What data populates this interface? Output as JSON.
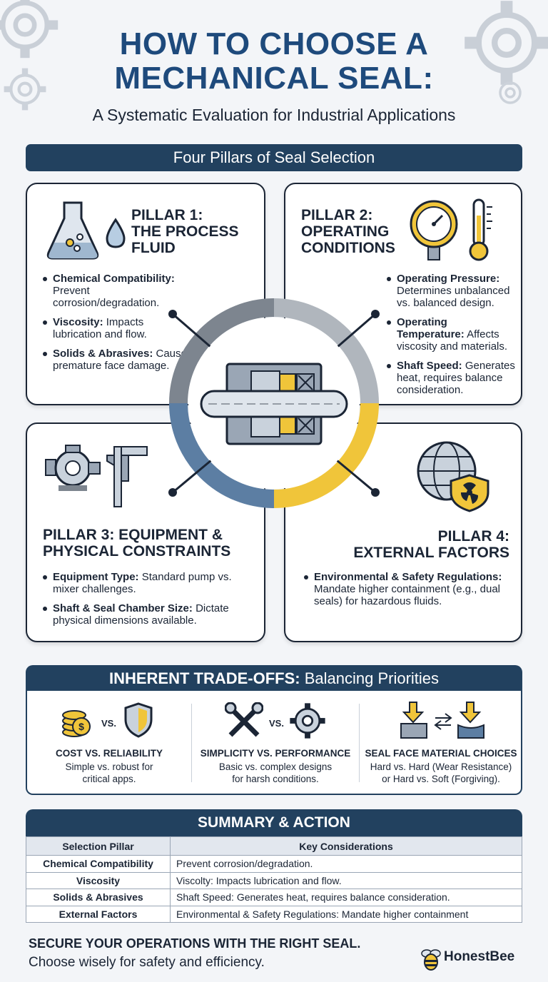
{
  "header": {
    "title_line1": "HOW TO CHOOSE A",
    "title_line2": "MECHANICAL SEAL:",
    "subtitle": "A Systematic Evaluation for Industrial Applications"
  },
  "pillars_banner": "Four Pillars of Seal Selection",
  "pillars": [
    {
      "title": [
        "PILLAR 1:",
        "THE PROCESS",
        "FLUID"
      ],
      "bullets": [
        {
          "head": "Chemical Compatibility:",
          "text": "Prevent corrosion/degradation."
        },
        {
          "head": "Viscosity:",
          "text": "Impacts lubrication and flow."
        },
        {
          "head": "Solids & Abrasives:",
          "text": "Cause premature face damage."
        }
      ]
    },
    {
      "title": [
        "PILLAR 2:",
        "OPERATING",
        "CONDITIONS"
      ],
      "bullets": [
        {
          "head": "Operating Pressure:",
          "text": "Determines unbalanced vs. balanced design."
        },
        {
          "head": "Operating Temperature:",
          "text": "Affects viscosity and materials."
        },
        {
          "head": "Shaft Speed:",
          "text": "Generates heat, requires balance consideration."
        }
      ]
    },
    {
      "title": [
        "PILLAR 3: EQUIPMENT &",
        "PHYSICAL CONSTRAINTS"
      ],
      "bullets": [
        {
          "head": "Equipment Type:",
          "text": "Standard pump vs. mixer challenges."
        },
        {
          "head": "Shaft & Seal Chamber Size:",
          "text": "Dictate physical dimensions available."
        }
      ]
    },
    {
      "title": [
        "PILLAR 4:",
        "EXTERNAL FACTORS"
      ],
      "bullets": [
        {
          "head": "Environmental & Safety Regulations:",
          "text": "Mandate higher containment (e.g., dual seals) for hazardous fluids."
        }
      ]
    }
  ],
  "tradeoffs": {
    "title_bold": "INHERENT TRADE-OFFS:",
    "title_rest": "Balancing Priorities",
    "vs": "VS.",
    "items": [
      {
        "label": "COST VS. RELIABILITY",
        "desc": [
          "Simple vs. robust for",
          "critical apps."
        ]
      },
      {
        "label": "SIMPLICITY VS. PERFORMANCE",
        "desc": [
          "Basic vs. complex designs",
          "for harsh conditions."
        ]
      },
      {
        "label": "SEAL FACE MATERIAL CHOICES",
        "desc": [
          "Hard vs. Hard (Wear Resistance)",
          "or Hard vs. Soft (Forgiving)."
        ]
      }
    ]
  },
  "summary": {
    "title": "SUMMARY & ACTION",
    "columns": [
      "Selection Pillar",
      "Key Considerations"
    ],
    "rows": [
      [
        "Chemical Compatibility",
        "Prevent corrosion/degradation."
      ],
      [
        "Viscosity",
        "Viscolty: Impacts lubrication and flow."
      ],
      [
        "Solids & Abrasives",
        "Shaft Speed: Generates heat, requires balance consideration."
      ],
      [
        "External Factors",
        "Environmental & Safety Regulations: Mandate higher containment"
      ]
    ]
  },
  "footer": {
    "line1": "SECURE YOUR OPERATIONS WITH THE RIGHT SEAL.",
    "line2": "Choose wisely for safety and efficiency.",
    "logo": "HonestBee"
  },
  "colors": {
    "navy": "#22415f",
    "title_blue": "#1e4a7c",
    "accent_yellow": "#f0c53a",
    "gray_ring": "#7d858f",
    "steel_blue": "#5c7ea3"
  }
}
